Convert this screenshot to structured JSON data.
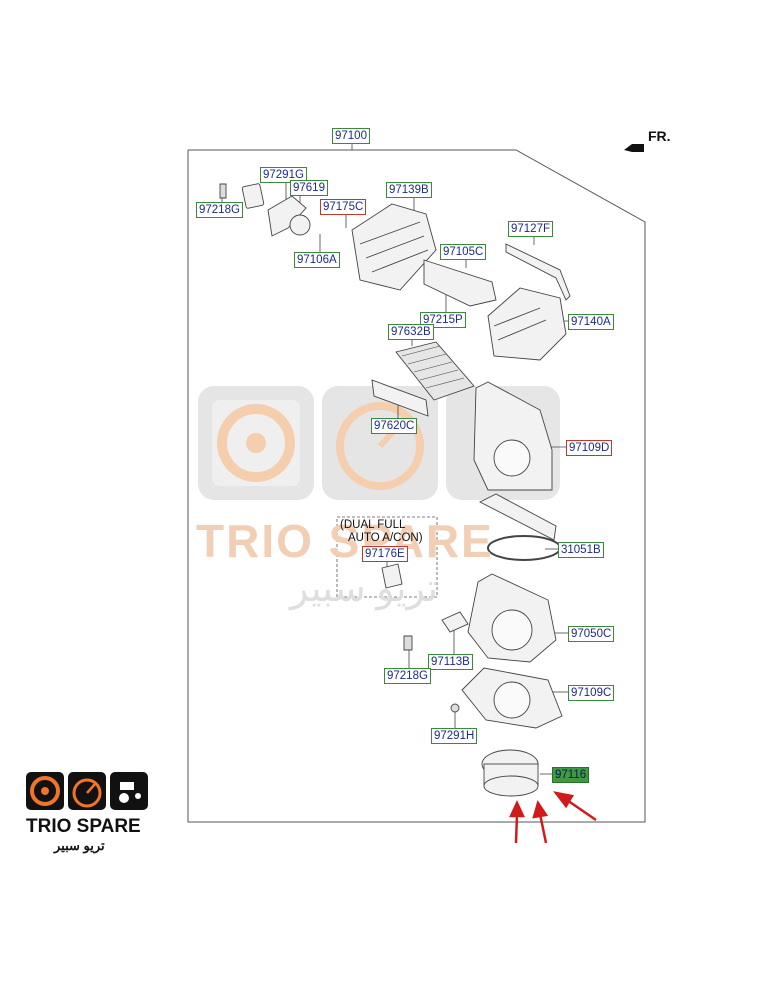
{
  "direction_label": "FR.",
  "parts": {
    "p97100": "97100",
    "p97291G": "97291G",
    "p97619": "97619",
    "p97218G_top": "97218G",
    "p97175C": "97175C",
    "p97139B": "97139B",
    "p97127F": "97127F",
    "p97106A": "97106A",
    "p97105C": "97105C",
    "p97215P": "97215P",
    "p97140A": "97140A",
    "p97632B": "97632B",
    "p97620C": "97620C",
    "p97109D": "97109D",
    "p97176E": "97176E",
    "p31051B": "31051B",
    "p97050C": "97050C",
    "p97113B": "97113B",
    "p97218G_bottom": "97218G",
    "p97109C": "97109C",
    "p97291H": "97291H",
    "p97116": "97116"
  },
  "option_note": {
    "line1": "(DUAL FULL",
    "line2": "AUTO A/CON)"
  },
  "watermark": {
    "text": "TRIO SPARE",
    "arabic": "تريو سبير"
  },
  "logo": {
    "text": "TRIO SPARE",
    "arabic": "تريو سبير"
  },
  "colors": {
    "label_text": "#1c2a8c",
    "label_border_green": "#3a8a3a",
    "label_border_red": "#c0392b",
    "highlight_label": "#3f9a3f",
    "arrow_red": "#d11a1a",
    "logo_orange": "#f0742a"
  }
}
